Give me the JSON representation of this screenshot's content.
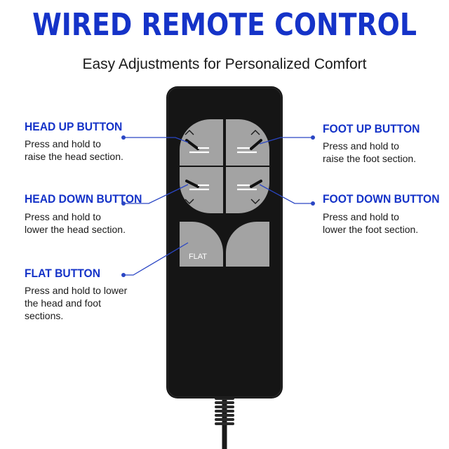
{
  "header": {
    "title": "WIRED REMOTE CONTROL",
    "subtitle": "Easy Adjustments for Personalized Comfort"
  },
  "labels": {
    "head_up": {
      "title": "HEAD UP BUTTON",
      "desc": [
        "Press and hold to",
        "raise the head section."
      ]
    },
    "head_down": {
      "title": "HEAD DOWN BUTTON",
      "desc": [
        "Press and hold to",
        "lower the head section."
      ]
    },
    "flat": {
      "title": "FLAT BUTTON",
      "desc": [
        "Press and hold to lower",
        "the head and foot",
        "sections."
      ]
    },
    "foot_up": {
      "title": "FOOT UP BUTTON",
      "desc": [
        "Press and hold to",
        "raise the foot section."
      ]
    },
    "foot_down": {
      "title": "FOOT DOWN BUTTON",
      "desc": [
        "Press and hold to",
        "lower the foot section."
      ]
    }
  },
  "remote": {
    "flat_label": "FLAT",
    "up_symbol": "^",
    "down_symbol": "v"
  },
  "colors": {
    "accent": "#1533c8",
    "remote_body": "#151515",
    "button": "#a3a3a3",
    "connector": "#2a46c4"
  }
}
